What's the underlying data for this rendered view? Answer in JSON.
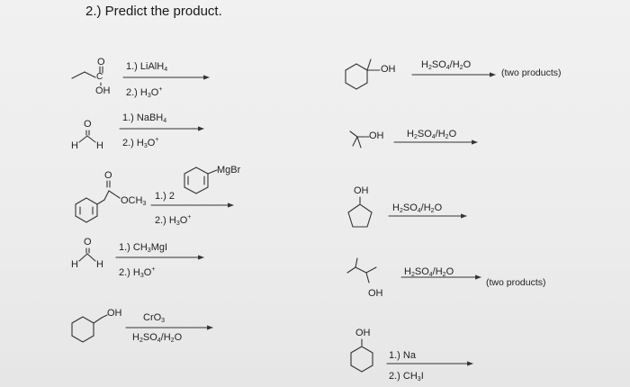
{
  "title": "2.) Predict the product.",
  "left": {
    "r1": {
      "atoms": {
        "o": "O",
        "c": "C",
        "oh": "OH"
      },
      "step1": {
        "pre": "1.) LiAlH",
        "sub": "4"
      },
      "step2": {
        "pre": "2.) H",
        "sub": "3",
        "mid": "O",
        "sup": "+"
      }
    },
    "r2": {
      "atoms": {
        "o": "O",
        "h1": "H",
        "h2": "H"
      },
      "step1": {
        "pre": "1.) NaBH",
        "sub": "4"
      },
      "step2": {
        "pre": "2.) H",
        "sub": "3",
        "mid": "O",
        "sup": "+"
      }
    },
    "r3": {
      "atoms": {
        "o": "O",
        "och3": "OCH",
        "och3_sub": "3"
      },
      "step1": "1.) 2",
      "step2": {
        "pre": "2.) H",
        "sub": "3",
        "mid": "O",
        "sup": "+"
      },
      "reagent_label": "MgBr"
    },
    "r4": {
      "atoms": {
        "o": "O",
        "h1": "H",
        "h2": "H"
      },
      "step1": {
        "pre": "1.)  CH",
        "sub": "3",
        "post": "MgI"
      },
      "step2": {
        "pre": "2.)  H",
        "sub": "3",
        "mid": "O",
        "sup": "+"
      }
    },
    "r5": {
      "atoms": {
        "oh": "OH"
      },
      "reagent_top": {
        "pre": "CrO",
        "sub": "3"
      },
      "reagent_bottom": {
        "a": "H",
        "a_sub": "2",
        "b": "SO",
        "b_sub": "4",
        "c": "/H",
        "c_sub": "2",
        "d": "O"
      }
    }
  },
  "right": {
    "acid": {
      "a": "H",
      "a_sub": "2",
      "b": "SO",
      "b_sub": "4",
      "c": "/H",
      "c_sub": "2",
      "d": "O"
    },
    "r6": {
      "oh": "OH",
      "note": "(two products)"
    },
    "r7": {
      "oh": "OH"
    },
    "r8": {
      "oh": "OH"
    },
    "r9": {
      "oh": "OH",
      "note": "(two products)"
    },
    "r10": {
      "oh": "OH",
      "step1": "1.) Na",
      "step2": {
        "pre": "2.) CH",
        "sub": "3",
        "post": "I"
      }
    }
  }
}
